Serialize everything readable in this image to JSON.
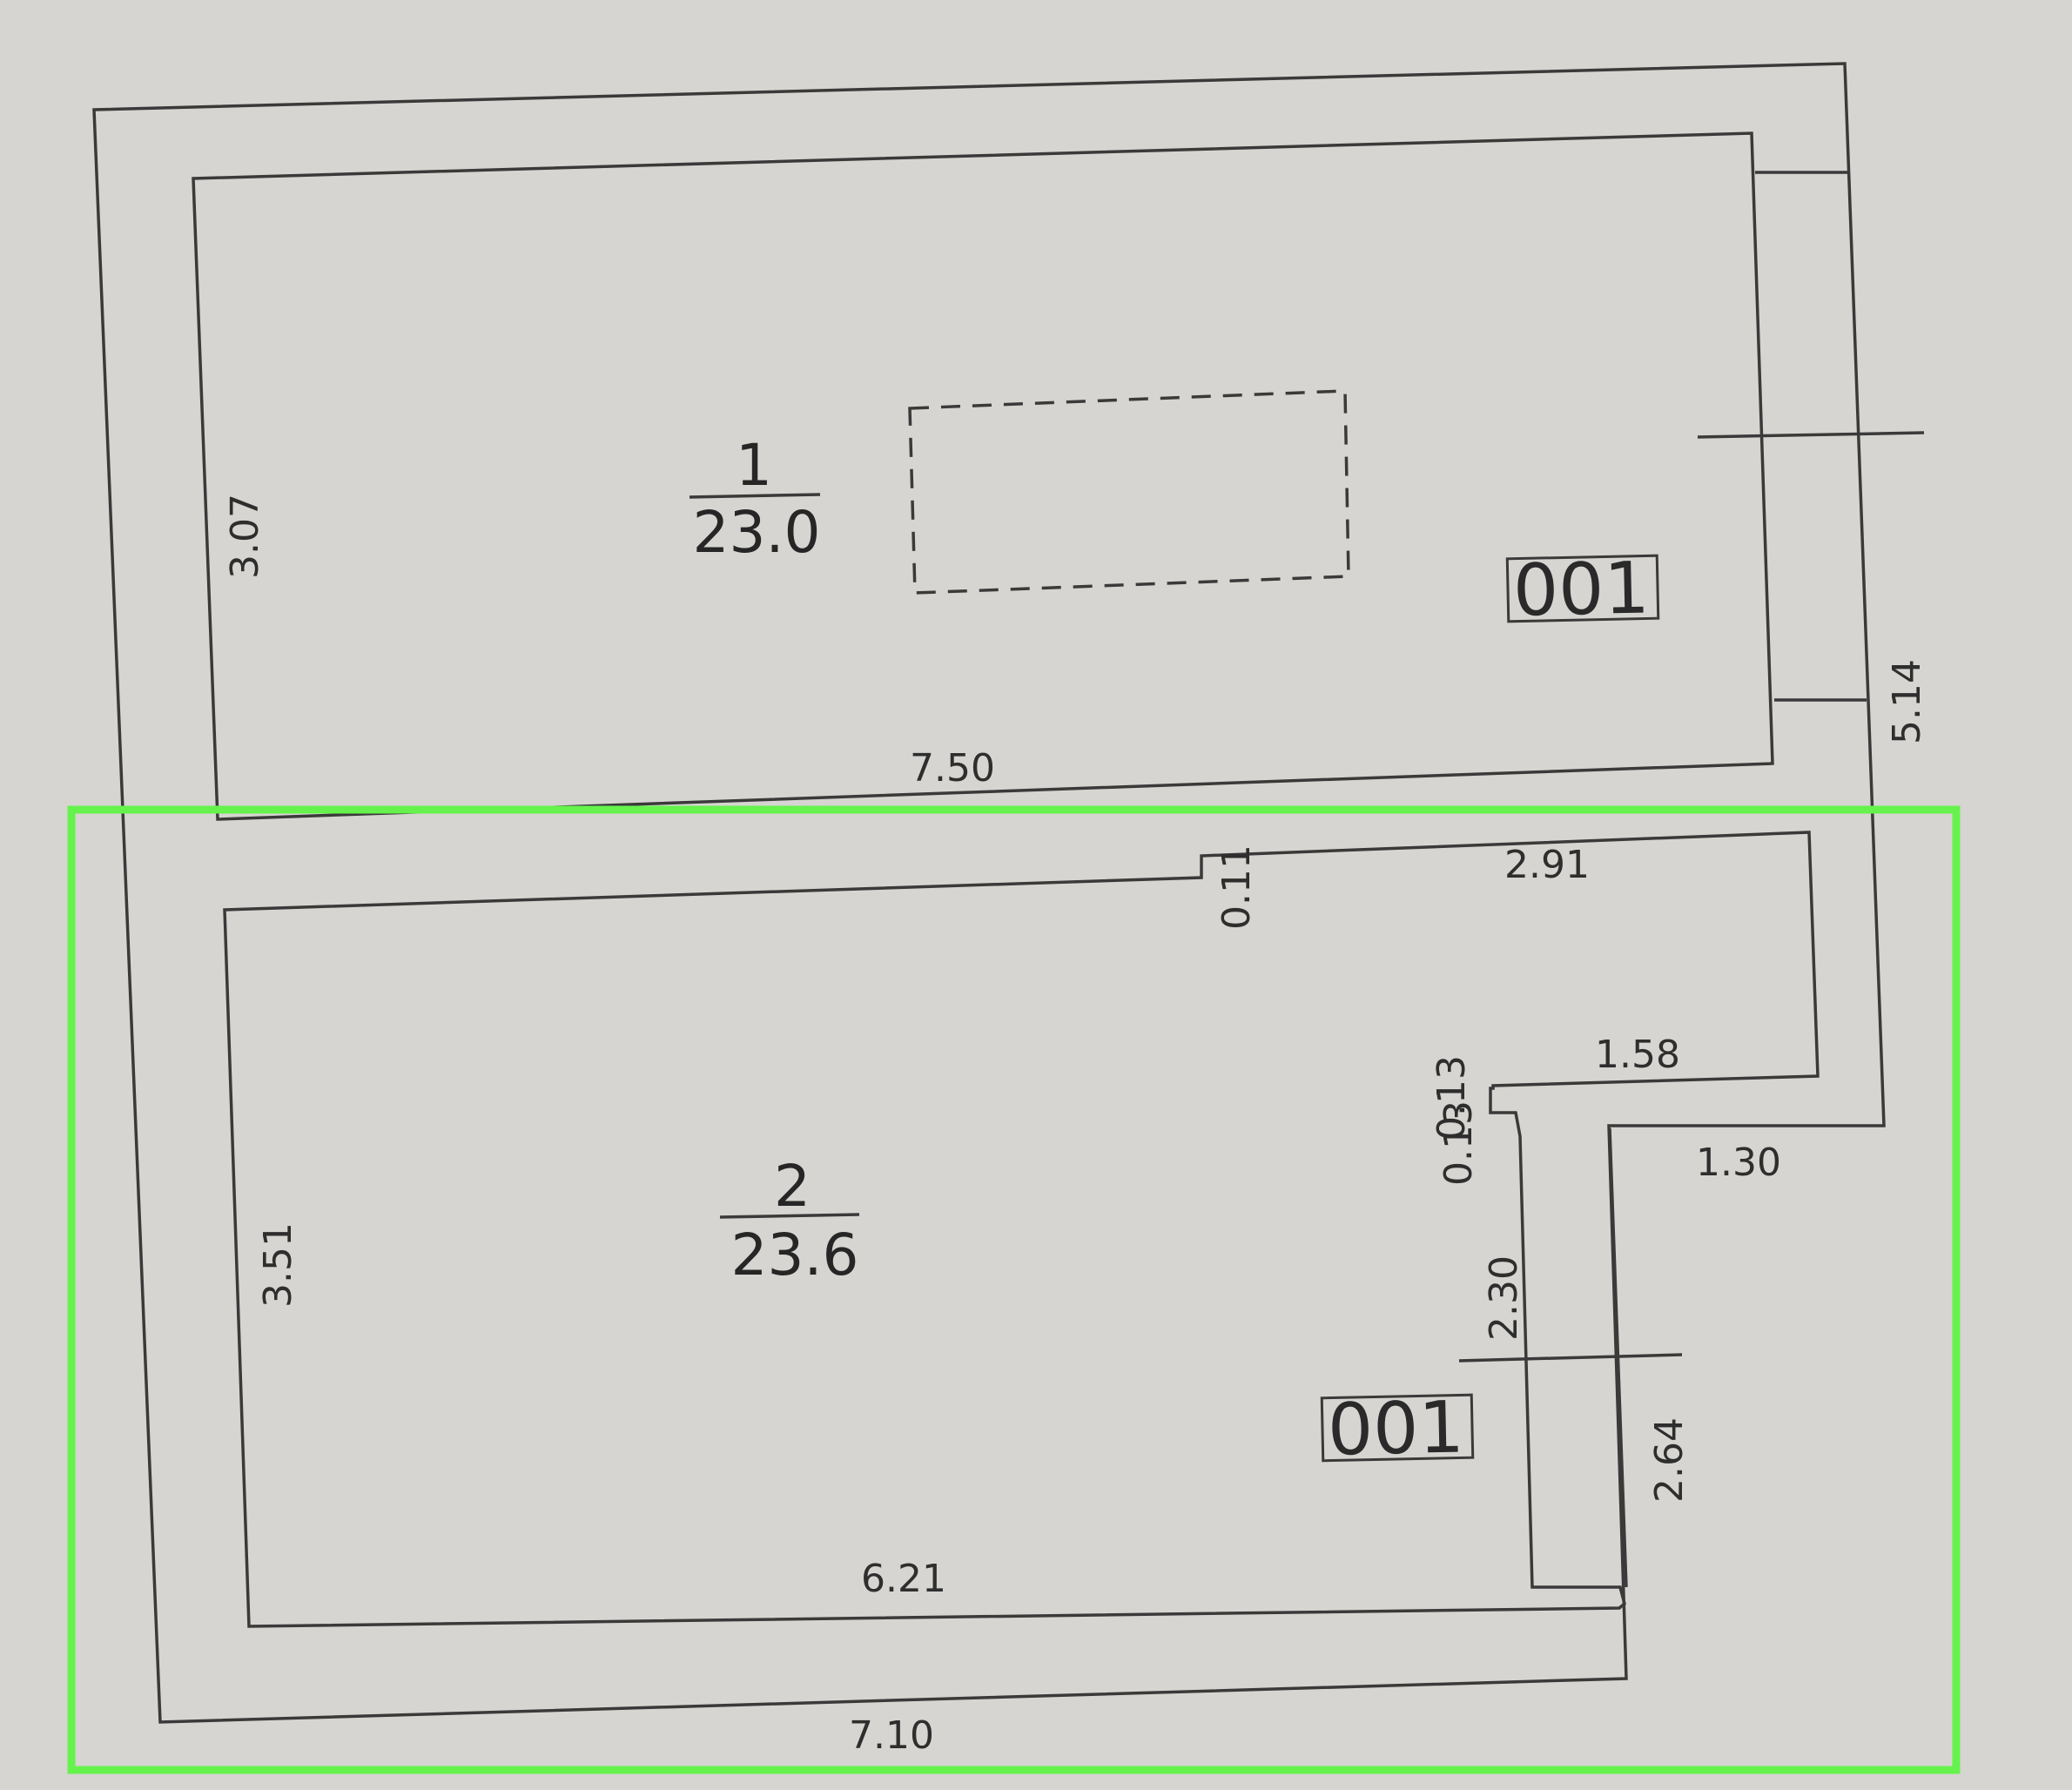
{
  "rooms": [
    {
      "number": "1",
      "area": "23.0",
      "tag": "001"
    },
    {
      "number": "2",
      "area": "23.6",
      "tag": "001"
    }
  ],
  "dimensions": {
    "room1_left": "3.07",
    "room1_bottom": "7.50",
    "outer_right": "5.14",
    "step_top": "0.11",
    "room2_top_right": "2.91",
    "notch_top": "1.58",
    "notch_side_upper": "0.13",
    "notch_side_lower": "0.13",
    "corridor_top": "1.30",
    "room2_right": "2.30",
    "room2_left": "3.51",
    "corridor_right": "2.64",
    "room2_bottom": "6.21",
    "outer_bottom": "7.10"
  },
  "colors": {
    "paper": "#d6d5d1",
    "ink": "#3a3a3a",
    "highlight": "#66f24d"
  }
}
